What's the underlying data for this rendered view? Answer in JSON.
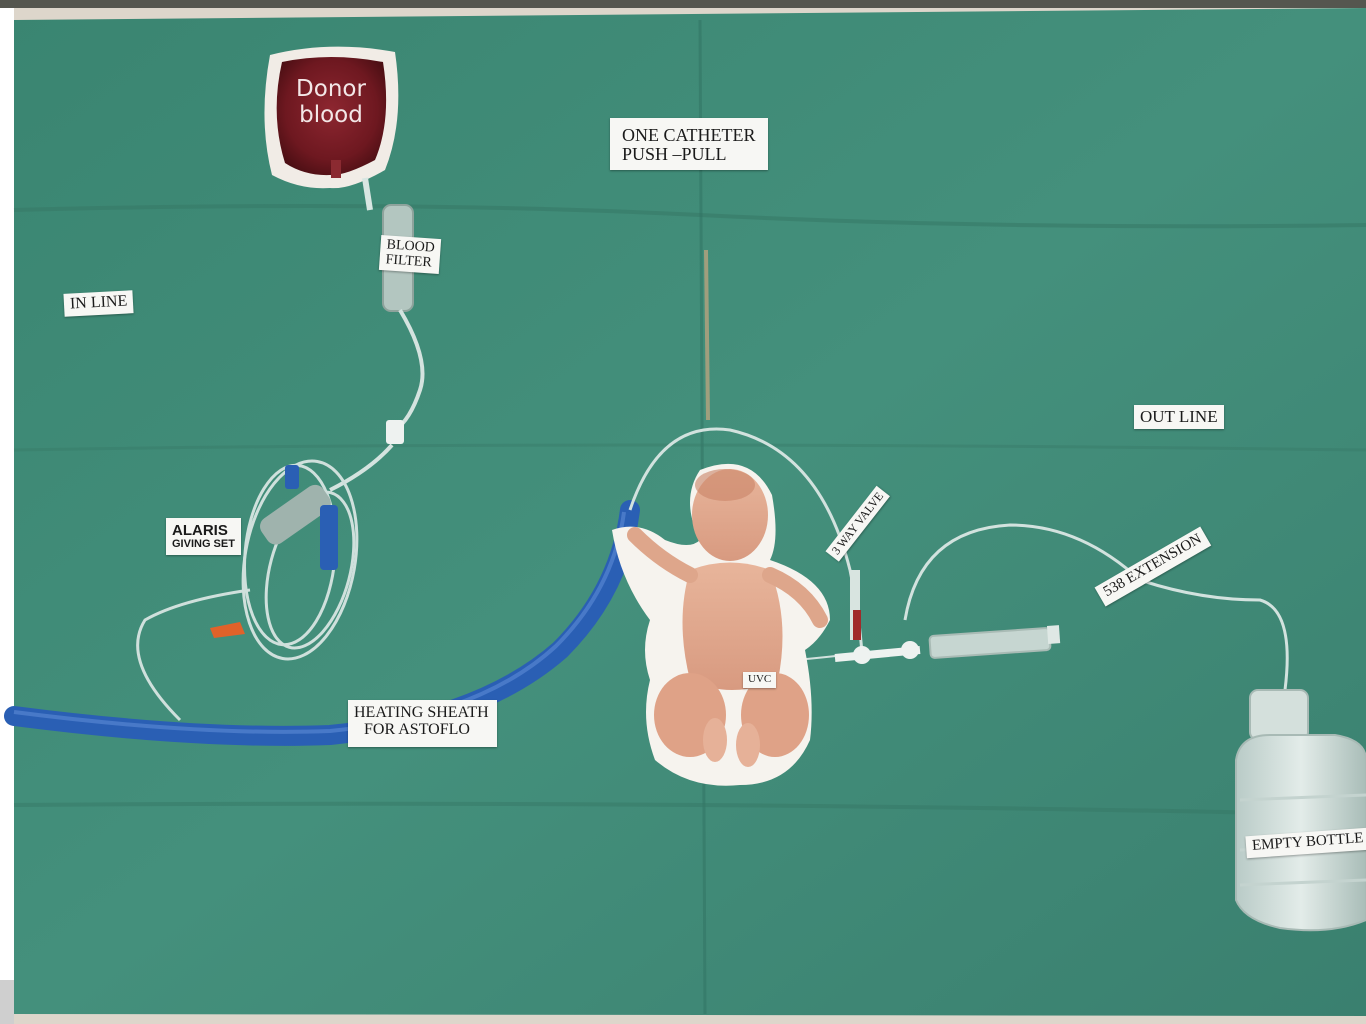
{
  "labels": {
    "donor_blood": [
      "Donor",
      "blood"
    ],
    "one_catheter": [
      "ONE CATHETER",
      "PUSH –PULL"
    ],
    "blood_filter": [
      "BLOOD",
      "FILTER"
    ],
    "in_line": "IN LINE",
    "out_line": "OUT  LINE",
    "alaris": [
      "ALARIS",
      "GIVING SET"
    ],
    "three_way_valve": "3 WAY VALVE",
    "extension": "538 EXTENSION",
    "uvc": "UVC",
    "heating_sheath": [
      "HEATING SHEATH",
      "FOR ASTOFLO"
    ],
    "empty_bottle": "EMPTY BOTTLE"
  },
  "colors": {
    "drape": "#3f8a78",
    "drape_dark": "#2f7062",
    "donor_bag": "#7a1c24",
    "heating_sheath": "#2a5fb4",
    "tubing": "#cfe0dc",
    "label_bg": "#f7f7f4"
  }
}
